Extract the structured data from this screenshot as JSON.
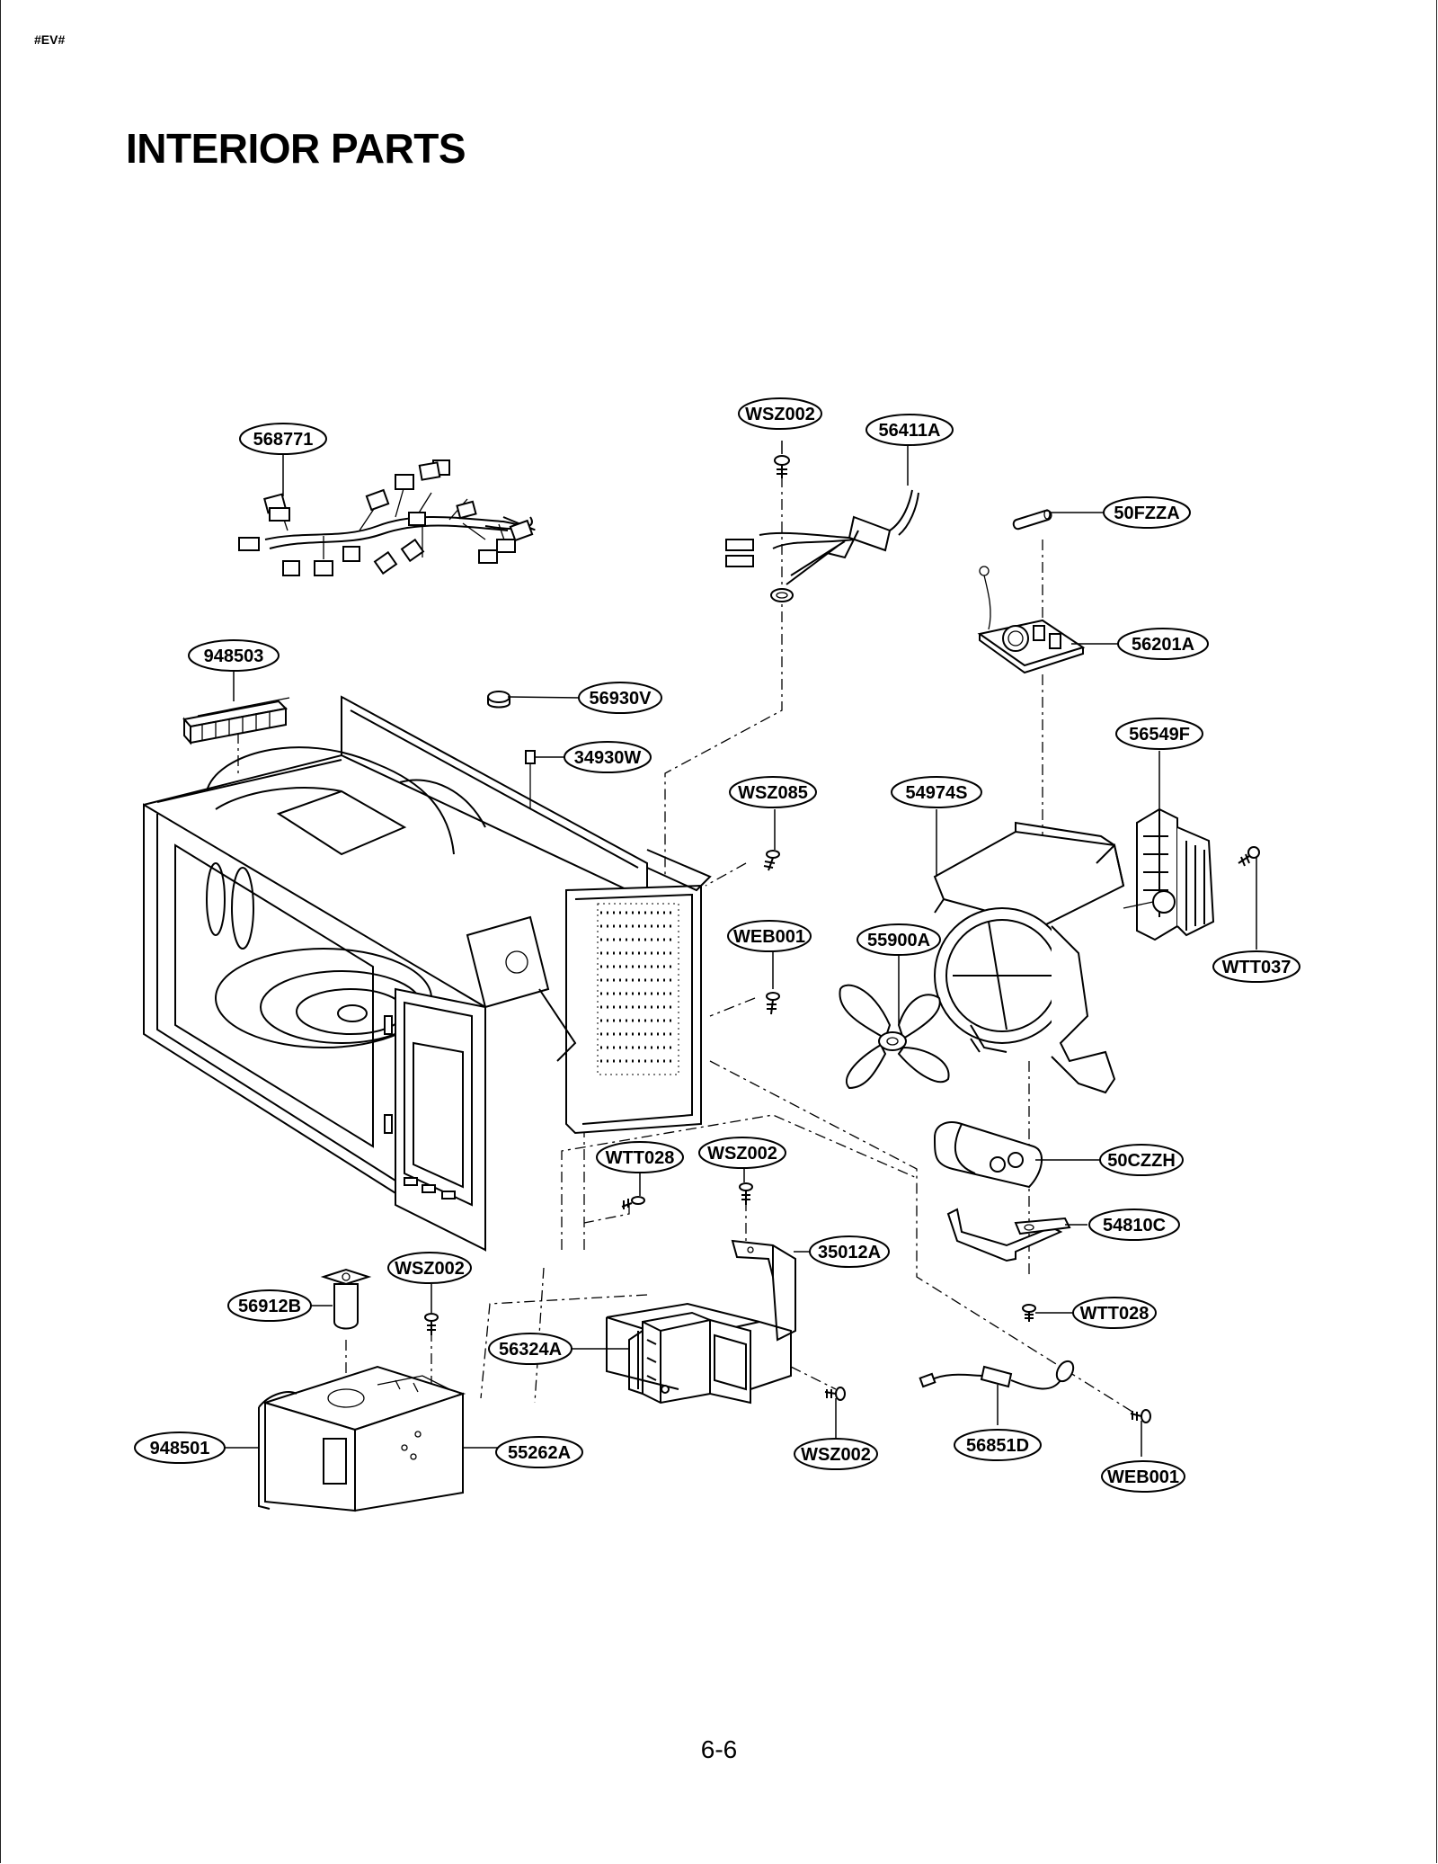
{
  "header_tag": "#EV#",
  "title": "INTERIOR PARTS",
  "page_number": "6-6",
  "part_labels": {
    "harness": "568771",
    "screw_top": "WSZ002",
    "cord_top": "56411A",
    "fuse": "50FZZA",
    "noise_filter": "56201A",
    "insulator": "948503",
    "thermostat": "56930V",
    "switch": "34930W",
    "fan_motor": "56549F",
    "screw_wsz085": "WSZ085",
    "fan_bracket": "54974S",
    "screw_web001_mid": "WEB001",
    "fan_blade": "55900A",
    "screw_wtt037": "WTT037",
    "capacitor": "50CZZH",
    "screw_wtt028_left": "WTT028",
    "screw_wsz002_mid": "WSZ002",
    "cap_bracket": "54810C",
    "mag_bracket": "35012A",
    "screw_wsz002_left": "WSZ002",
    "lamp": "56912B",
    "screw_wtt028_right": "WTT028",
    "magnetron": "56324A",
    "diode": "56851D",
    "cover": "948501",
    "transformer": "55262A",
    "screw_wsz002_bottom": "WSZ002",
    "screw_web001_bottom": "WEB001"
  }
}
